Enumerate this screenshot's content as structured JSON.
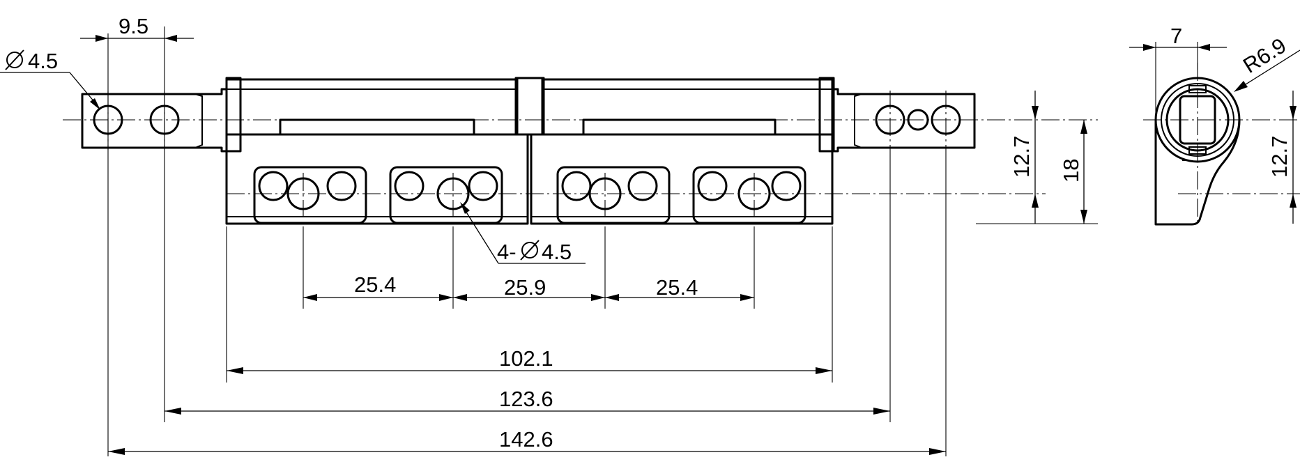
{
  "dimensions": {
    "d_9_5": "9.5",
    "d_dia_4_5": "4.5",
    "d_4x_dia_4_5": "4-",
    "d_4x_dia_4_5_value": "4.5",
    "d_25_4_left": "25.4",
    "d_25_9": "25.9",
    "d_25_4_right": "25.4",
    "d_102_1": "102.1",
    "d_123_6": "123.6",
    "d_142_6": "142.6",
    "d_12_7_front": "12.7",
    "d_18": "18",
    "d_7": "7",
    "d_r6_9": "R6.9",
    "d_12_7_side": "12.7"
  },
  "symbols": {
    "diameter": "diameter-symbol"
  },
  "colors": {
    "line": "#000000",
    "background": "#ffffff"
  }
}
